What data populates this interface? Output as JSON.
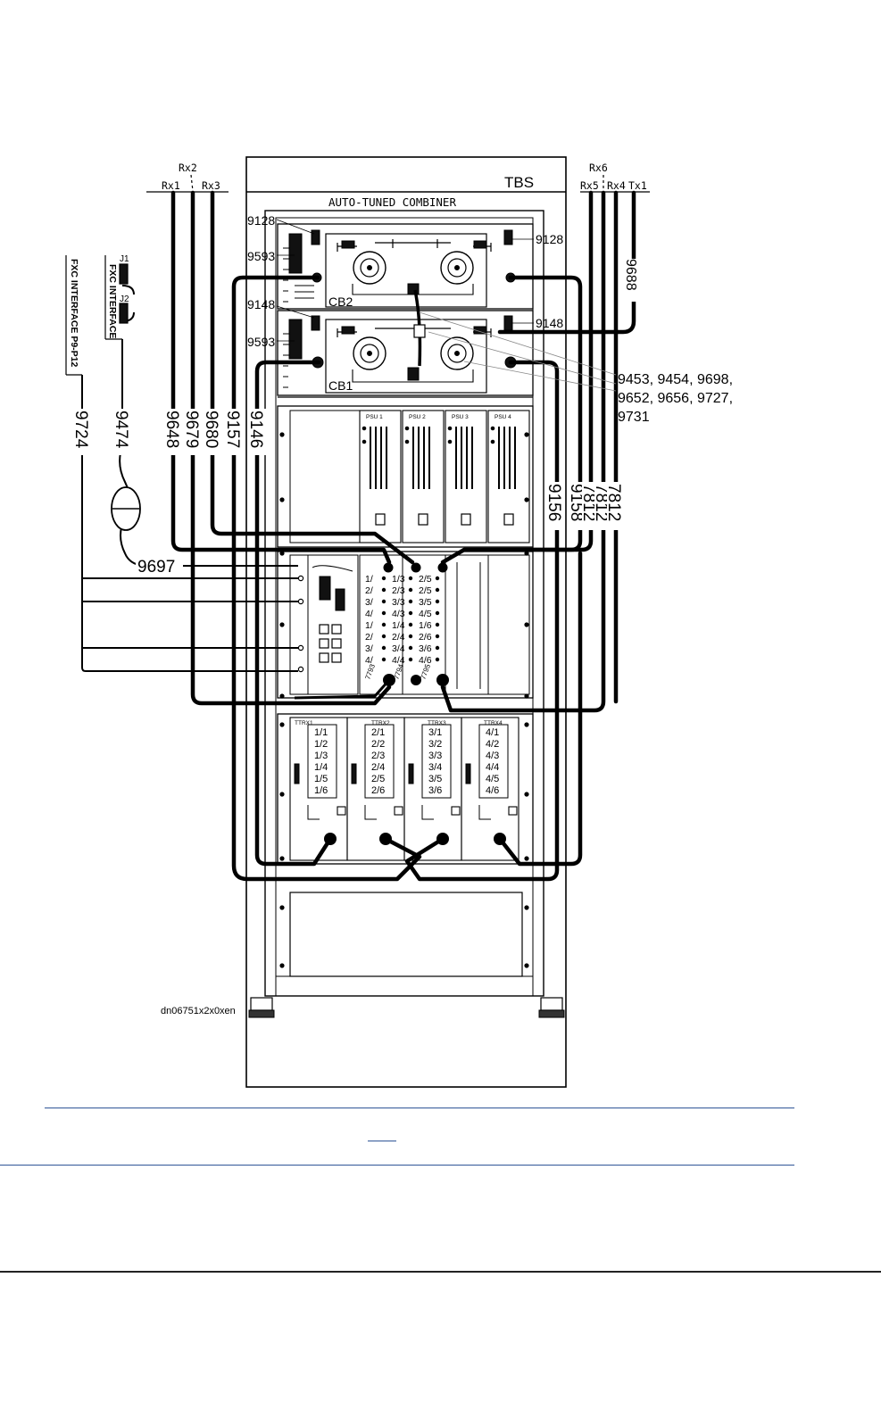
{
  "rack": {
    "tbs_label": "TBS",
    "combiner_label": "AUTO-TUNED COMBINER",
    "cb2_label": "CB2",
    "cb1_label": "CB1",
    "psu_labels": [
      "PSU 1",
      "PSU 2",
      "PSU 3",
      "PSU 4"
    ],
    "ttrx_labels": [
      "TTRX1",
      "TTRX2",
      "TTRX3",
      "TTRX4"
    ],
    "ttrx_ports": [
      [
        "1/1",
        "1/2",
        "1/3",
        "1/4",
        "1/5",
        "1/6"
      ],
      [
        "2/1",
        "2/2",
        "2/3",
        "2/4",
        "2/5",
        "2/6"
      ],
      [
        "3/1",
        "3/2",
        "3/3",
        "3/4",
        "3/5",
        "3/6"
      ],
      [
        "4/1",
        "4/2",
        "4/3",
        "4/4",
        "4/5",
        "4/6"
      ]
    ],
    "dmc_ports_a": [
      "1/",
      "2/",
      "3/",
      "4/",
      "1/",
      "2/",
      "3/",
      "4/"
    ],
    "dmc_ports_b": [
      "1/3",
      "2/3",
      "3/3",
      "4/3",
      "1/4",
      "2/4",
      "3/4",
      "4/4"
    ],
    "dmc_ports_c": [
      "2/5",
      "2/5",
      "3/5",
      "4/5",
      "1/6",
      "2/6",
      "3/6",
      "4/6"
    ]
  },
  "antenna_labels": {
    "rx2": "Rx2",
    "rx1": "Rx1",
    "rx3": "Rx3",
    "rx6": "Rx6",
    "rx5": "Rx5",
    "rx4": "Rx4",
    "tx1": "Tx1"
  },
  "cable_labels": {
    "c9128_left": "9128",
    "c9128_right": "9128",
    "c9593_top": "9593",
    "c9593_bottom": "9593",
    "c9148_left": "9148",
    "c9148_right": "9148",
    "c9688": "9688",
    "c9724": "9724",
    "c9474": "9474",
    "c9648": "9648",
    "c9679": "9679",
    "c9680": "9680",
    "c9157": "9157",
    "c9146": "9146",
    "c9697": "9697",
    "c9156": "9156",
    "c9158": "9158",
    "c7812a": "7812",
    "c7812b": "7812",
    "c7812c": "7812",
    "c7793": "7793",
    "c7794": "7794",
    "c7795": "7795",
    "group_line1": "9453, 9454, 9698,",
    "group_line2": "9652, 9656, 9727,",
    "group_line3": "9731"
  },
  "fxc": {
    "interface_main": "FXC INTERFACE  P9-P12",
    "interface_small": "FXC INTERFACE",
    "j1": "J1",
    "j2": "J2"
  },
  "figure_id": "dn06751x2x0xen"
}
